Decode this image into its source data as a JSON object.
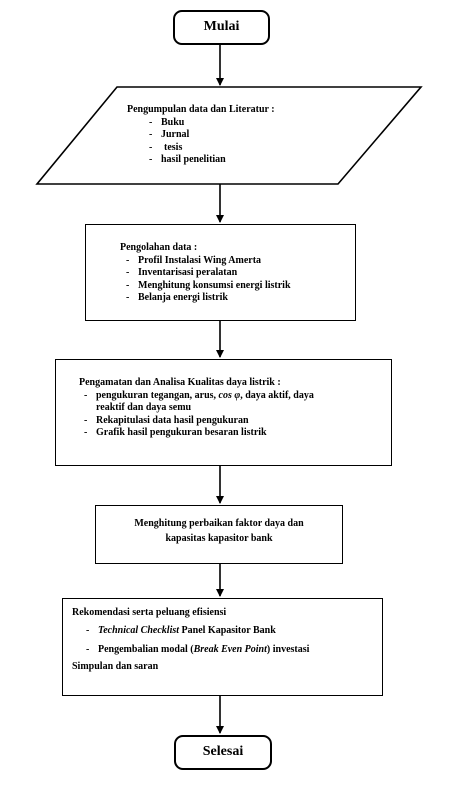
{
  "flowchart": {
    "start": "Mulai",
    "end": "Selesai",
    "data_collection": {
      "title": "Pengumpulan data dan Literatur :",
      "items": [
        "Buku",
        "Jurnal",
        "tesis",
        "hasil penelitian"
      ]
    },
    "data_processing": {
      "title": "Pengolahan data :",
      "items": [
        "Profil Instalasi Wing Amerta",
        "Inventarisasi peralatan",
        "Menghitung konsumsi energi listrik",
        "Belanja energi listrik"
      ]
    },
    "observation": {
      "title": "Pengamatan dan Analisa Kualitas daya listrik :",
      "item1_a": "pengukuran tegangan, arus, ",
      "item1_b": "cos φ",
      "item1_c": ", daya aktif, daya",
      "item1_line2": "reaktif dan daya semu",
      "item2": "Rekapitulasi data hasil pengukuran",
      "item3": "Grafik hasil pengukuran besaran listrik"
    },
    "calculation": {
      "line1": "Menghitung perbaikan faktor daya dan",
      "line2": "kapasitas kapasitor bank"
    },
    "recommendation": {
      "title": "Rekomendasi serta peluang efisiensi",
      "item1_italic": "Technical Checklist",
      "item1_rest": " Panel Kapasitor Bank",
      "item2_a": "Pengembalian modal (",
      "item2_italic": "Break Even Point",
      "item2_b": ") investasi",
      "footer": "Simpulan dan saran"
    },
    "bullet": "-"
  }
}
